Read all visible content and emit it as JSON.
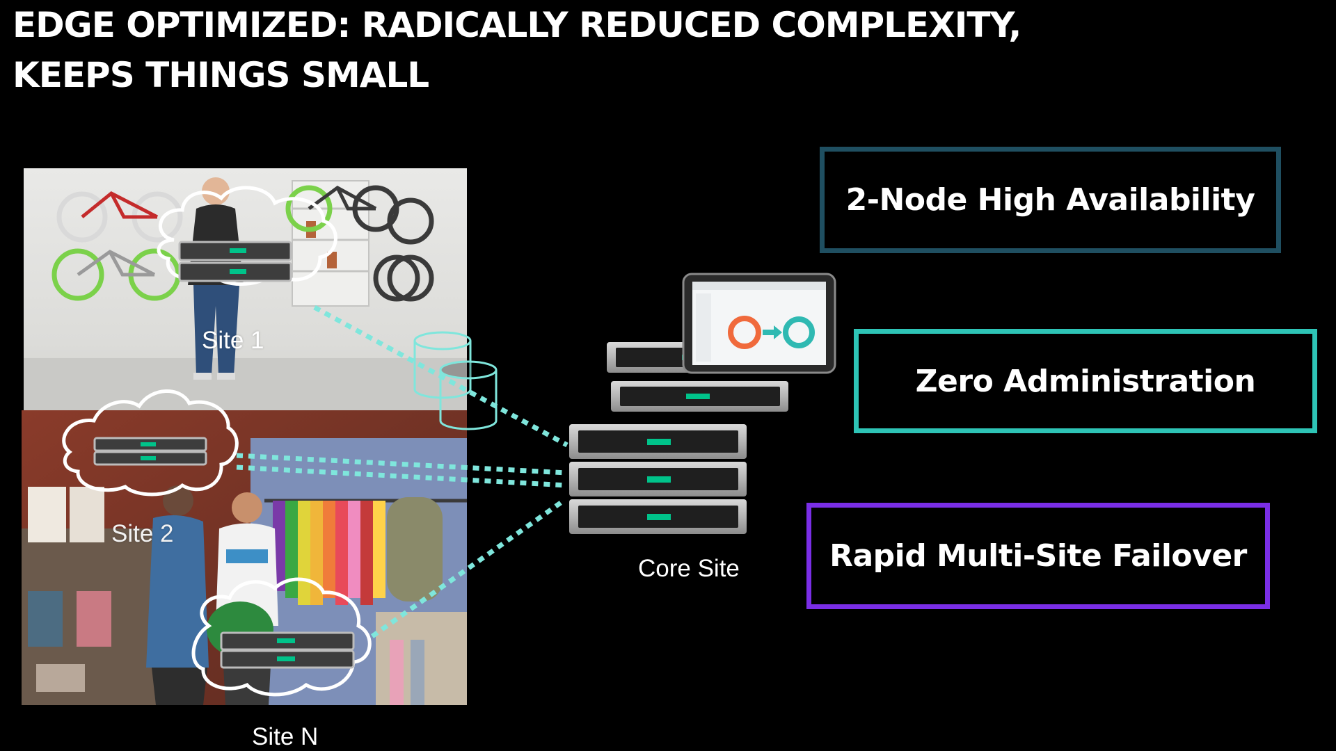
{
  "title": {
    "line1": "EDGE OPTIMIZED: RADICALLY REDUCED COMPLEXITY,",
    "line2": "KEEPS THINGS SMALL"
  },
  "sites": {
    "site1_label": "Site 1",
    "site2_label": "Site 2",
    "siteN_label": "Site N",
    "core_label": "Core Site"
  },
  "features": [
    {
      "label": "2-Node High Availability",
      "color": "#1f4f61"
    },
    {
      "label": "Zero Administration",
      "color": "#2ec4b6"
    },
    {
      "label": "Rapid Multi-Site Failover",
      "color": "#7a2ee6"
    }
  ],
  "colors": {
    "background": "#000000",
    "link": "#7fe6dc",
    "server_led": "#00c38a",
    "chart_orange": "#f06a3c",
    "chart_teal": "#2fb9b2"
  },
  "icons": [
    "cloud-icon",
    "server-icon",
    "database-icon",
    "tablet-icon",
    "arrow-right-icon"
  ]
}
